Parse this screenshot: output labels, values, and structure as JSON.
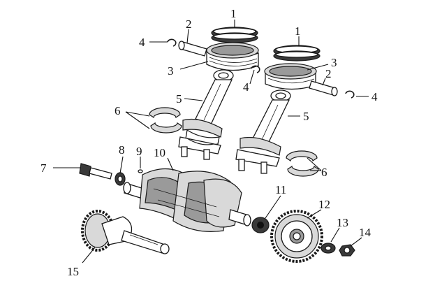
{
  "diagram": {
    "callouts": [
      {
        "id": "c1a",
        "text": "1"
      },
      {
        "id": "c1b",
        "text": "1"
      },
      {
        "id": "c2a",
        "text": "2"
      },
      {
        "id": "c2b",
        "text": "2"
      },
      {
        "id": "c3a",
        "text": "3"
      },
      {
        "id": "c3b",
        "text": "3"
      },
      {
        "id": "c4a",
        "text": "4"
      },
      {
        "id": "c4b",
        "text": "4"
      },
      {
        "id": "c4c",
        "text": "4"
      },
      {
        "id": "c5a",
        "text": "5"
      },
      {
        "id": "c5b",
        "text": "5"
      },
      {
        "id": "c6a",
        "text": "6"
      },
      {
        "id": "c6b",
        "text": "6"
      },
      {
        "id": "c7",
        "text": "7"
      },
      {
        "id": "c8",
        "text": "8"
      },
      {
        "id": "c9",
        "text": "9"
      },
      {
        "id": "c10",
        "text": "10"
      },
      {
        "id": "c11",
        "text": "11"
      },
      {
        "id": "c12",
        "text": "12"
      },
      {
        "id": "c13",
        "text": "13"
      },
      {
        "id": "c14",
        "text": "14"
      },
      {
        "id": "c15",
        "text": "15"
      }
    ]
  }
}
